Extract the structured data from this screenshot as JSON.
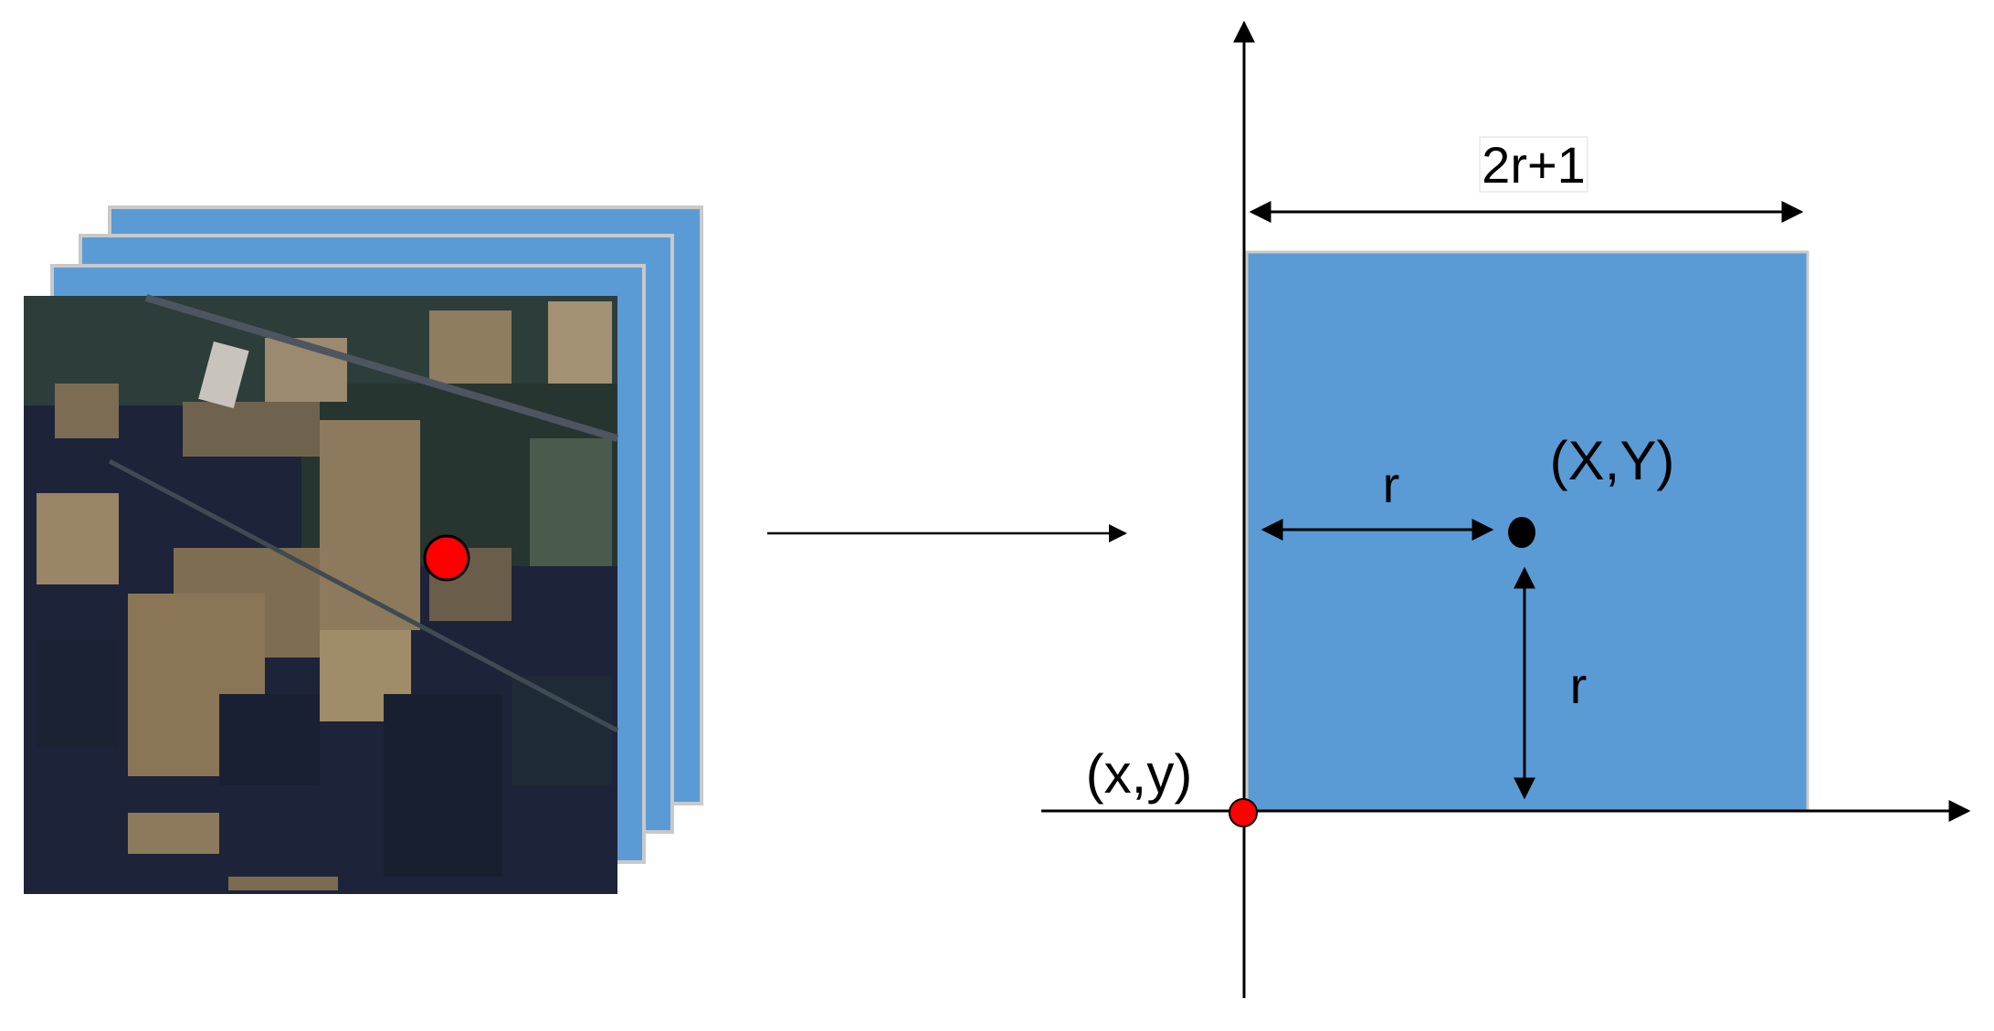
{
  "labels": {
    "width": "2r+1",
    "radius_horizontal": "r",
    "radius_vertical": "r",
    "center_point": "(X,Y)",
    "origin_point": "(x,y)"
  },
  "colors": {
    "band_fill": "#5b9bd5",
    "band_edge": "#c9c9c9",
    "marker": "#ff0000",
    "center_dot": "#000000",
    "axis": "#000000",
    "satellite_dark": "#1d2338",
    "satellite_field": "#8d7a5c",
    "satellite_green": "#34493d"
  },
  "icons": {
    "band_stack": "hyperspectral-band-stack",
    "image": "satellite-field-image"
  }
}
